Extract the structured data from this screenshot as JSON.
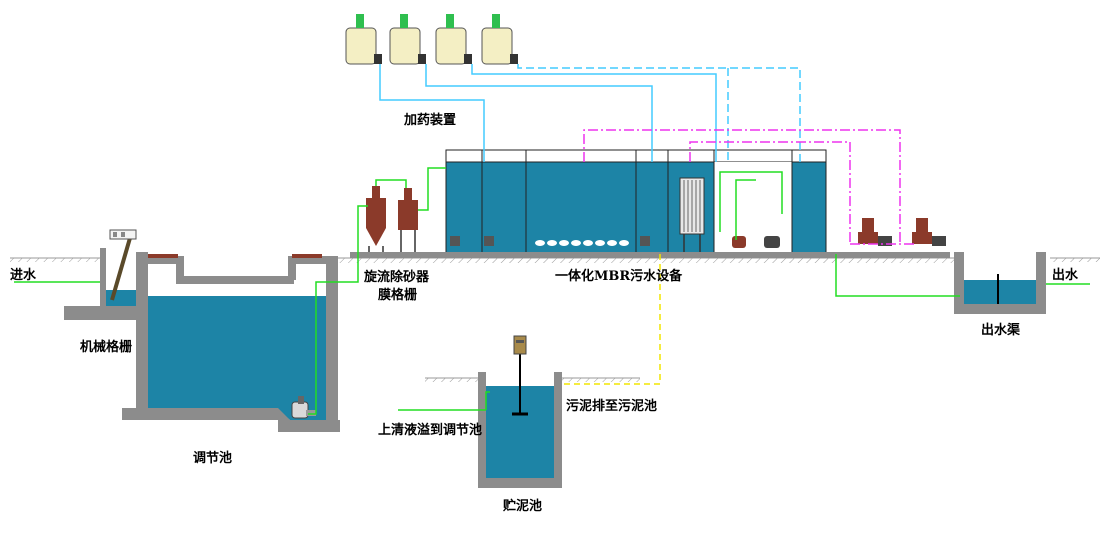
{
  "labels": {
    "inlet": "进水",
    "outlet": "出水",
    "mechanical_screen": "机械格栅",
    "equalization_tank": "调节池",
    "grit_remover": "旋流除砂器",
    "membrane_screen": "膜格栅",
    "dosing_device": "加药装置",
    "mbr_equipment": "一体化MBR污水设备",
    "outlet_channel": "出水渠",
    "sludge_discharge": "污泥排至污泥池",
    "supernatant_overflow": "上清液溢到调节池",
    "sludge_tank": "贮泥池"
  },
  "colors": {
    "water": "#1d84a6",
    "water_light": "#3ca0c2",
    "concrete": "#8c8c8c",
    "ground": "#9a9a9a",
    "pipe_water": "#22dd22",
    "pipe_chem": "#44ccff",
    "pipe_air": "#ee33ee",
    "pipe_sludge": "#f2e600",
    "equipment": "#8b3a2a",
    "chem_tank": "#f4efc4"
  },
  "equipment": {
    "chemical_tanks": [
      "chem-tank-1",
      "chem-tank-2",
      "chem-tank-3",
      "chem-tank-4"
    ],
    "blowers": [
      "blower-1",
      "blower-2"
    ],
    "membrane_module": "mbr-membrane-module"
  }
}
